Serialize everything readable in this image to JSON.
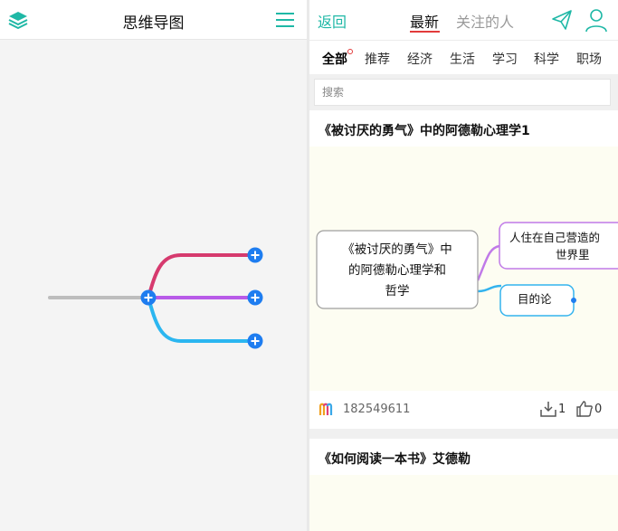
{
  "left_panel": {
    "title": "思维导图",
    "icons": {
      "left": "layers-icon",
      "right": "menu-icon"
    },
    "mindmap": {
      "root_line_color": "#bdbdbd",
      "node_color": "#1e7df0",
      "branches": [
        {
          "color": "#d63a6e"
        },
        {
          "color": "#b85ae8"
        },
        {
          "color": "#2bb6f0"
        }
      ]
    }
  },
  "right_panel": {
    "back_label": "返回",
    "tabs": [
      {
        "label": "最新",
        "active": true
      },
      {
        "label": "关注的人",
        "active": false
      }
    ],
    "icons": {
      "send": "paper-plane-icon",
      "profile": "user-icon"
    },
    "categories": [
      "全部",
      "推荐",
      "经济",
      "生活",
      "学习",
      "科学",
      "职场"
    ],
    "active_category": "全部",
    "search_placeholder": "搜索",
    "accent_color": "#1fb8a6",
    "cards": [
      {
        "title": "《被讨厌的勇气》中的阿德勒心理学1",
        "preview": {
          "root_lines": [
            "《被讨厌的勇气》中",
            "的阿德勒心理学和",
            "哲学"
          ],
          "child_1_lines": [
            "人住在自己营造的",
            "世界里"
          ],
          "child_2": "目的论",
          "child_1_color": "#c07ae8",
          "child_2_color": "#33b3ee"
        },
        "author": "182549611",
        "downloads": "1",
        "likes": "0"
      },
      {
        "title": "《如何阅读一本书》艾德勒"
      }
    ]
  }
}
